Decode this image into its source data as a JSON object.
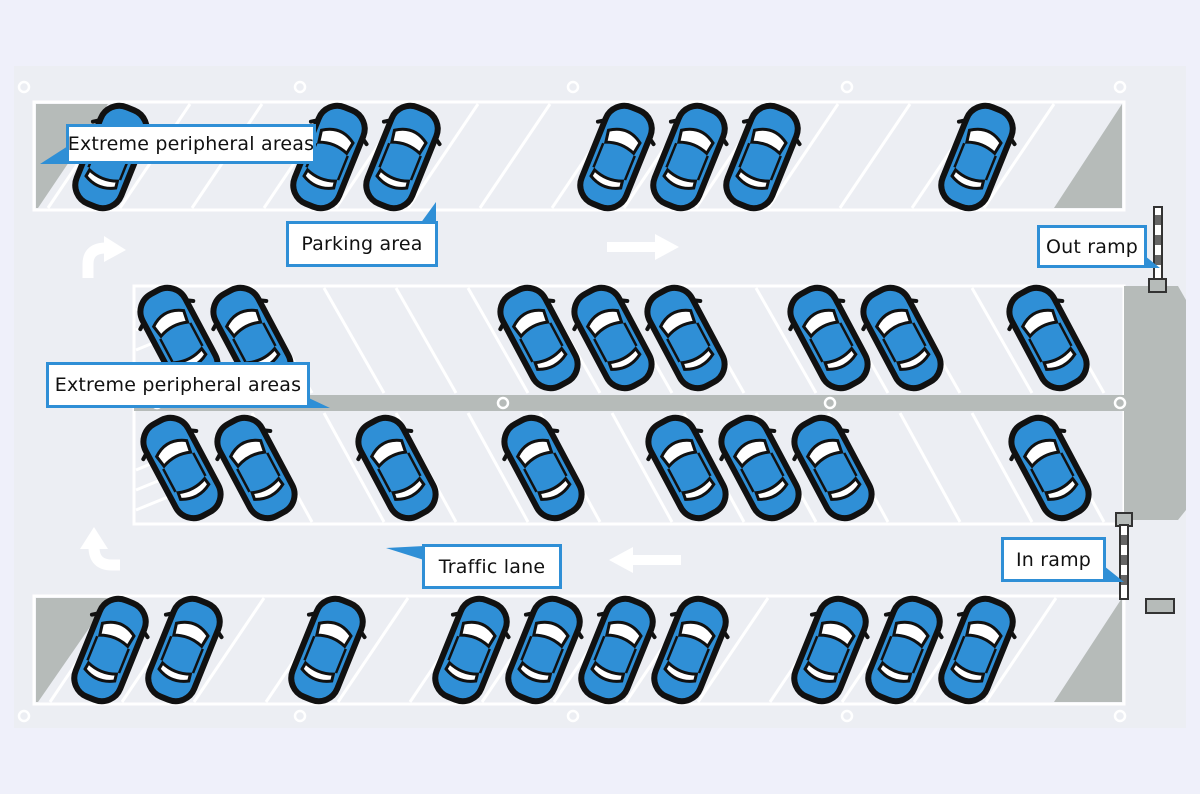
{
  "colors": {
    "page_background": "#eff0fa",
    "lot_surface": "#eceef3",
    "line_white": "#ffffff",
    "peripheral_grey": "#b6bbb9",
    "car_body": "#2f8fd6",
    "car_outline": "#111111",
    "callout_border": "#2f8fd6"
  },
  "labels": {
    "extreme_peripheral_top": "Extreme peripheral areas",
    "parking_area": "Parking area",
    "out_ramp": "Out ramp",
    "extreme_peripheral_middle": "Extreme peripheral areas",
    "traffic_lane": "Traffic lane",
    "in_ramp": "In ramp"
  },
  "icons": {
    "car": "car-topview-icon",
    "direction_arrow": "arrow-icon",
    "u_turn_arrow": "curved-arrow-icon",
    "barrier_gate": "barrier-gate-icon",
    "lamp_post": "lamp-post-icon"
  }
}
